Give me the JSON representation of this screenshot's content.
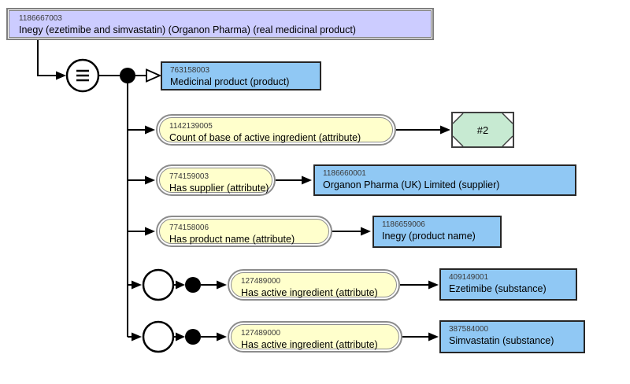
{
  "diagram": {
    "type": "snomed-concept-definition",
    "definition_status": "equivalent",
    "root": {
      "sctid": "1186667003",
      "term": "Inegy (ezetimibe and simvastatin) (Organon Pharma) (real medicinal product)"
    },
    "parent": {
      "sctid": "763158003",
      "term": "Medicinal product (product)"
    },
    "attributes": [
      {
        "sctid": "1142139005",
        "term": "Count of base of active ingredient (attribute)",
        "value": {
          "type": "concrete",
          "text": "#2"
        }
      },
      {
        "sctid": "774159003",
        "term": "Has supplier (attribute)",
        "value": {
          "type": "concept",
          "sctid": "1186660001",
          "term": "Organon Pharma (UK) Limited (supplier)"
        }
      },
      {
        "sctid": "774158006",
        "term": "Has product name (attribute)",
        "value": {
          "type": "concept",
          "sctid": "1186659006",
          "term": "Inegy (product name)"
        }
      }
    ],
    "groups": [
      {
        "attribute": {
          "sctid": "127489000",
          "term": "Has active ingredient (attribute)"
        },
        "target": {
          "sctid": "409149001",
          "term": "Ezetimibe (substance)"
        }
      },
      {
        "attribute": {
          "sctid": "127489000",
          "term": "Has active ingredient (attribute)"
        },
        "target": {
          "sctid": "387584000",
          "term": "Simvastatin (substance)"
        }
      }
    ],
    "icons": {
      "definition_status": "equivalent-circle (three bars)",
      "conjunction": "filled-black-dot",
      "role_group": "empty-circle",
      "is_a": "hollow-triangle-arrow",
      "attribute_link": "solid-triangle-arrow"
    },
    "colors": {
      "defined_concept_fill": "#ccccff",
      "concept_fill": "#90c8f4",
      "attribute_fill": "#ffffcc",
      "concrete_value_fill": "#c7ead2",
      "line": "#000000",
      "background": "#ffffff"
    }
  }
}
